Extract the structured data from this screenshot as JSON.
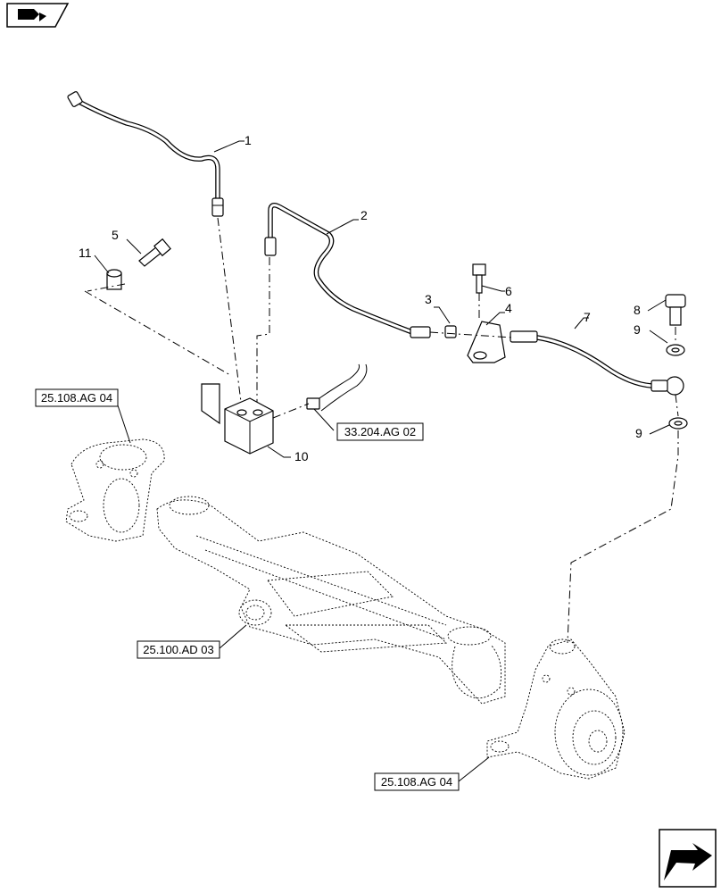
{
  "callouts": {
    "c1": "1",
    "c2": "2",
    "c3": "3",
    "c4": "4",
    "c5": "5",
    "c6": "6",
    "c7": "7",
    "c8": "8",
    "c9a": "9",
    "c9b": "9",
    "c10": "10",
    "c11": "11"
  },
  "references": {
    "ref_top_left": "25.108.AG 04",
    "ref_hose": "33.204.AG 02",
    "ref_axle": "25.100.AD 03",
    "ref_bottom": "25.108.AG 04"
  },
  "icons": {
    "top_left": "book-arrow-icon",
    "bottom_right": "next-page-arrow-icon"
  }
}
